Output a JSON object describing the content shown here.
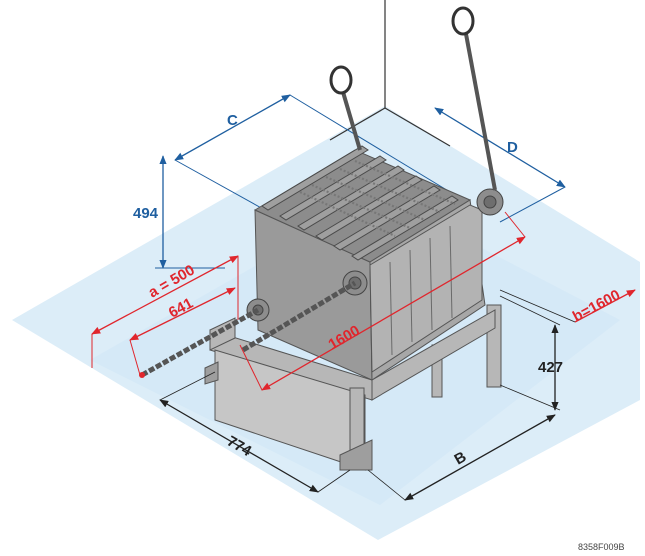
{
  "colors": {
    "floor": "#dcedf8",
    "dim_blue": "#1f5fa0",
    "dim_black": "#222222",
    "dim_red": "#e0262d",
    "metal": "#a9a9a9",
    "metal_dark": "#6e6e6e"
  },
  "labels": {
    "c": "C",
    "d": "D",
    "h494": "494",
    "a500": "a = 500",
    "l641": "641",
    "l1600": "1600",
    "b1600": "b=1600",
    "h427": "427",
    "w774": "774",
    "b": "B"
  },
  "figure_code": "8358F009B"
}
